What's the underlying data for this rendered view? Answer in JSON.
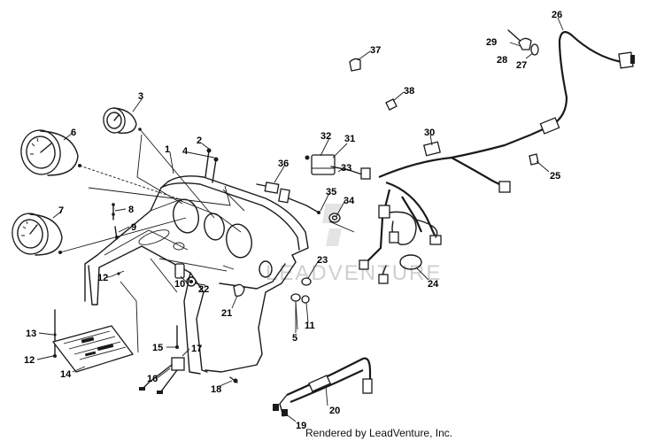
{
  "callouts": [
    {
      "id": "c1",
      "label": "1"
    },
    {
      "id": "c2",
      "label": "2"
    },
    {
      "id": "c3",
      "label": "3"
    },
    {
      "id": "c4",
      "label": "4"
    },
    {
      "id": "c5",
      "label": "5"
    },
    {
      "id": "c6",
      "label": "6"
    },
    {
      "id": "c7",
      "label": "7"
    },
    {
      "id": "c8",
      "label": "8"
    },
    {
      "id": "c9",
      "label": "9"
    },
    {
      "id": "c10",
      "label": "10"
    },
    {
      "id": "c11",
      "label": "11"
    },
    {
      "id": "c12a",
      "label": "12"
    },
    {
      "id": "c12b",
      "label": "12"
    },
    {
      "id": "c13",
      "label": "13"
    },
    {
      "id": "c14",
      "label": "14"
    },
    {
      "id": "c15",
      "label": "15"
    },
    {
      "id": "c16",
      "label": "16"
    },
    {
      "id": "c17",
      "label": "17"
    },
    {
      "id": "c18",
      "label": "18"
    },
    {
      "id": "c19",
      "label": "19"
    },
    {
      "id": "c20",
      "label": "20"
    },
    {
      "id": "c21",
      "label": "21"
    },
    {
      "id": "c22",
      "label": "22"
    },
    {
      "id": "c23",
      "label": "23"
    },
    {
      "id": "c24",
      "label": "24"
    },
    {
      "id": "c25",
      "label": "25"
    },
    {
      "id": "c26",
      "label": "26"
    },
    {
      "id": "c27",
      "label": "27"
    },
    {
      "id": "c28",
      "label": "28"
    },
    {
      "id": "c29",
      "label": "29"
    },
    {
      "id": "c30",
      "label": "30"
    },
    {
      "id": "c31",
      "label": "31"
    },
    {
      "id": "c32",
      "label": "32"
    },
    {
      "id": "c33",
      "label": "33"
    },
    {
      "id": "c34",
      "label": "34"
    },
    {
      "id": "c35",
      "label": "35"
    },
    {
      "id": "c36",
      "label": "36"
    },
    {
      "id": "c37",
      "label": "37"
    },
    {
      "id": "c38",
      "label": "38"
    }
  ],
  "watermark": "LEADVENTURE",
  "footer": "Rendered by LeadVenture, Inc."
}
